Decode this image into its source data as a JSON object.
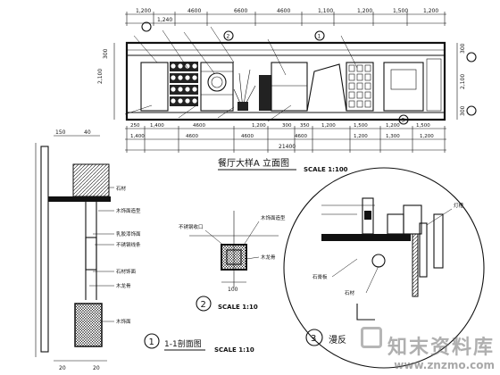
{
  "elevation": {
    "title": "餐厅大样A 立面图",
    "scale": "SCALE 1:100",
    "top_dims": [
      "1,200",
      "1,240",
      "4600",
      "6600",
      "4600",
      "1,100",
      "1,200",
      "1,500",
      "1,200"
    ],
    "bottom_dims_row1": [
      "250",
      "1,400",
      "4600",
      "1,200",
      "300",
      "350",
      "1,200",
      "1,500",
      "1,200",
      "1,500"
    ],
    "bottom_dims_row2": [
      "1,400",
      "4600",
      "4600",
      "4600",
      "1,200",
      "1,300",
      "1,200"
    ],
    "overall_dim": "21400",
    "right_dims": [
      "300",
      "2,100",
      "300"
    ],
    "left_dims": [
      "2,100",
      "300"
    ],
    "callouts": [
      "1",
      "2",
      "3"
    ]
  },
  "section": {
    "title": "1-1剖面图",
    "scale": "SCALE 1:10",
    "number": "1",
    "top_dims": [
      "150",
      "40"
    ],
    "bottom_dims": [
      "20",
      "20"
    ],
    "labels": [
      "石材",
      "木饰面造型",
      "乳胶漆饰面",
      "不锈钢线条",
      "石材饰面",
      "木龙骨",
      "木饰面"
    ]
  },
  "detail2": {
    "number": "2",
    "scale": "SCALE 1:10",
    "dim": "100",
    "labels": [
      "不锈钢收口",
      "木饰面造型",
      "木龙骨"
    ]
  },
  "detail3": {
    "number": "3",
    "title": "漫反",
    "labels": [
      "灯槽",
      "石材",
      "石膏板"
    ]
  },
  "watermark": {
    "text": "知末资料库",
    "url": "www.znzmo.com"
  }
}
